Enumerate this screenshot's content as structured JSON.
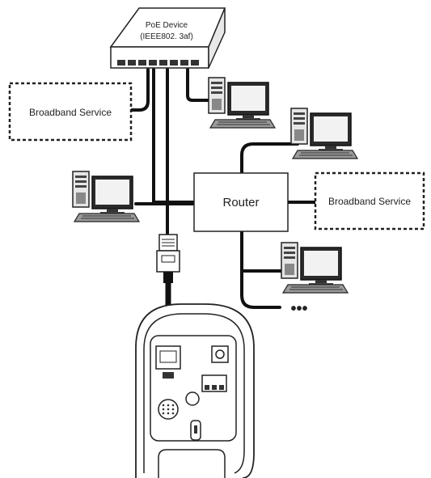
{
  "poe_device": {
    "line1": "PoE Device",
    "line2": "(IEEE802. 3af)"
  },
  "router": {
    "label": "Router"
  },
  "broadband_left": {
    "label": "Broadband Service"
  },
  "broadband_right": {
    "label": "Broadband Service"
  },
  "more_indicator": {
    "label": "•••"
  },
  "colors": {
    "line": "#111111",
    "outline": "#222222",
    "monitor_screen": "#f2f2f2"
  },
  "icons": [
    "computer-icon",
    "rj45-connector-icon",
    "camera-housing-icon"
  ]
}
